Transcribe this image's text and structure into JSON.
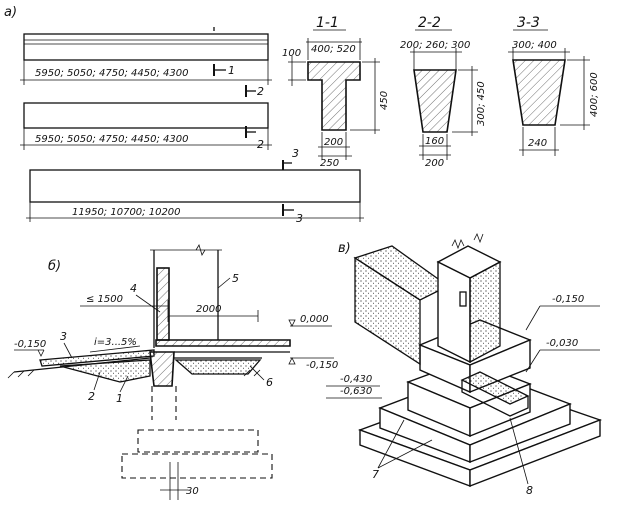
{
  "panels": {
    "a": "a)",
    "b": "б)",
    "v": "в)"
  },
  "beams": {
    "beam1_lengths": "5950; 5050; 4750; 4450; 4300",
    "beam2_lengths": "5950; 5050; 4750; 4450; 4300",
    "beam3_lengths": "11950; 10700; 10200",
    "cut1": "1",
    "cut2": "2",
    "cut3": "3"
  },
  "sections": {
    "s1": {
      "title": "1-1",
      "top": "400; 520",
      "left": "100",
      "height": "450",
      "bottom1": "200",
      "bottom2": "250"
    },
    "s2": {
      "title": "2-2",
      "top": "200; 260; 300",
      "height": "300; 450",
      "bottom1": "160",
      "bottom2": "200"
    },
    "s3": {
      "title": "3-3",
      "top": "300; 400",
      "height": "400; 600",
      "bottom": "240"
    }
  },
  "detail_b": {
    "label_1": "1",
    "label_2": "2",
    "label_3": "3",
    "label_4": "4",
    "label_5": "5",
    "label_6": "6",
    "dim_1500": "≤ 1500",
    "dim_2000": "2000",
    "slope": "i=3...5%",
    "lvl_left": "-0,150",
    "lvl_000": "0,000",
    "lvl_right": "-0,150",
    "dim_30": "30"
  },
  "detail_v": {
    "lvl_a": "-0,150",
    "lvl_b": "-0,030",
    "lvl_c": "-0,430",
    "lvl_d": "-0,630",
    "label_7": "7",
    "label_8": "8"
  }
}
